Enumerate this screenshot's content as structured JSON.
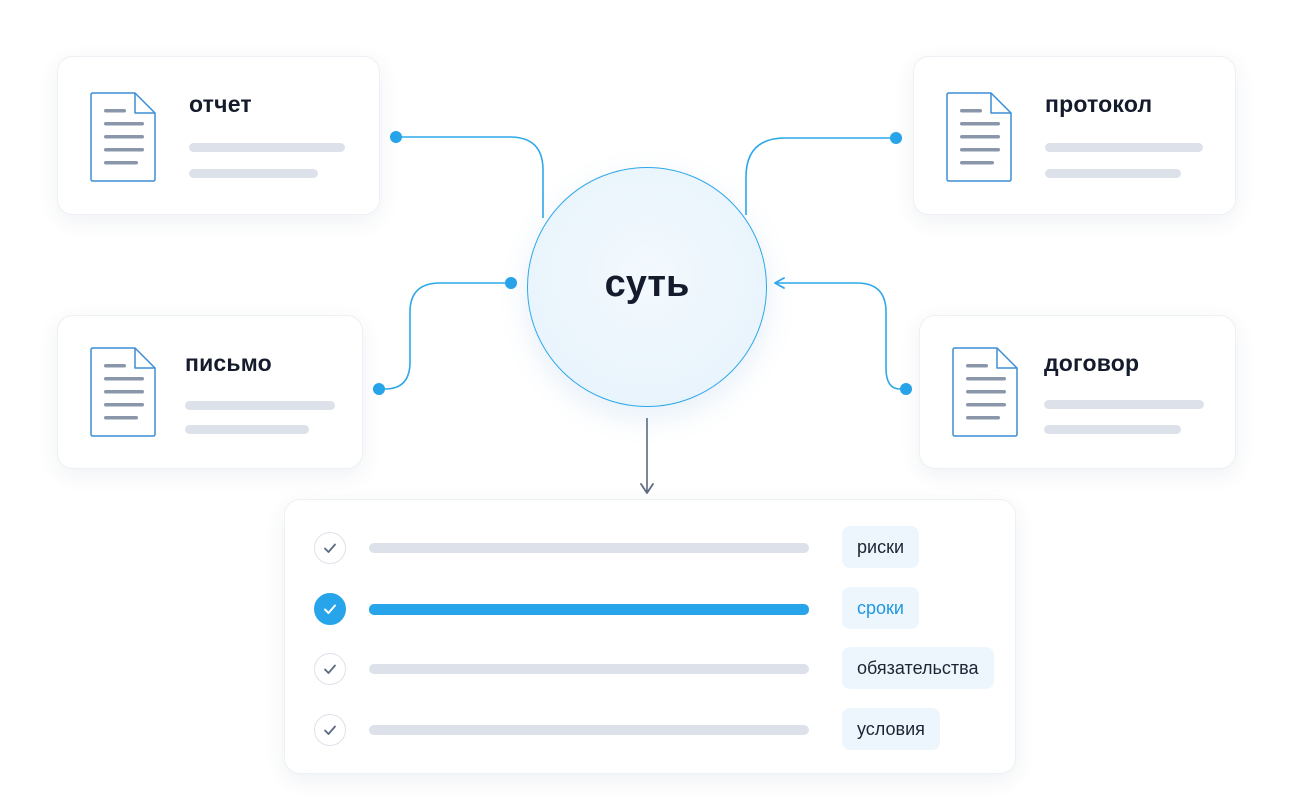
{
  "hub": {
    "label": "суть"
  },
  "documents": [
    {
      "id": "report",
      "title": "отчет"
    },
    {
      "id": "protocol",
      "title": "протокол"
    },
    {
      "id": "letter",
      "title": "письмо"
    },
    {
      "id": "contract",
      "title": "договор"
    }
  ],
  "result": {
    "rows": [
      {
        "tag": "риски",
        "highlighted": false
      },
      {
        "tag": "сроки",
        "highlighted": true
      },
      {
        "tag": "обязательства",
        "highlighted": false
      },
      {
        "tag": "условия",
        "highlighted": false
      }
    ]
  },
  "colors": {
    "accent": "#27a4ea",
    "connector": "#2fa8ea",
    "arrow_down": "#5b6b80",
    "line_gray": "#dde2ea",
    "tag_bg": "#eef6fd",
    "text_dark": "#141b2d"
  },
  "icons": {
    "document": "document-icon",
    "check": "check-icon"
  }
}
